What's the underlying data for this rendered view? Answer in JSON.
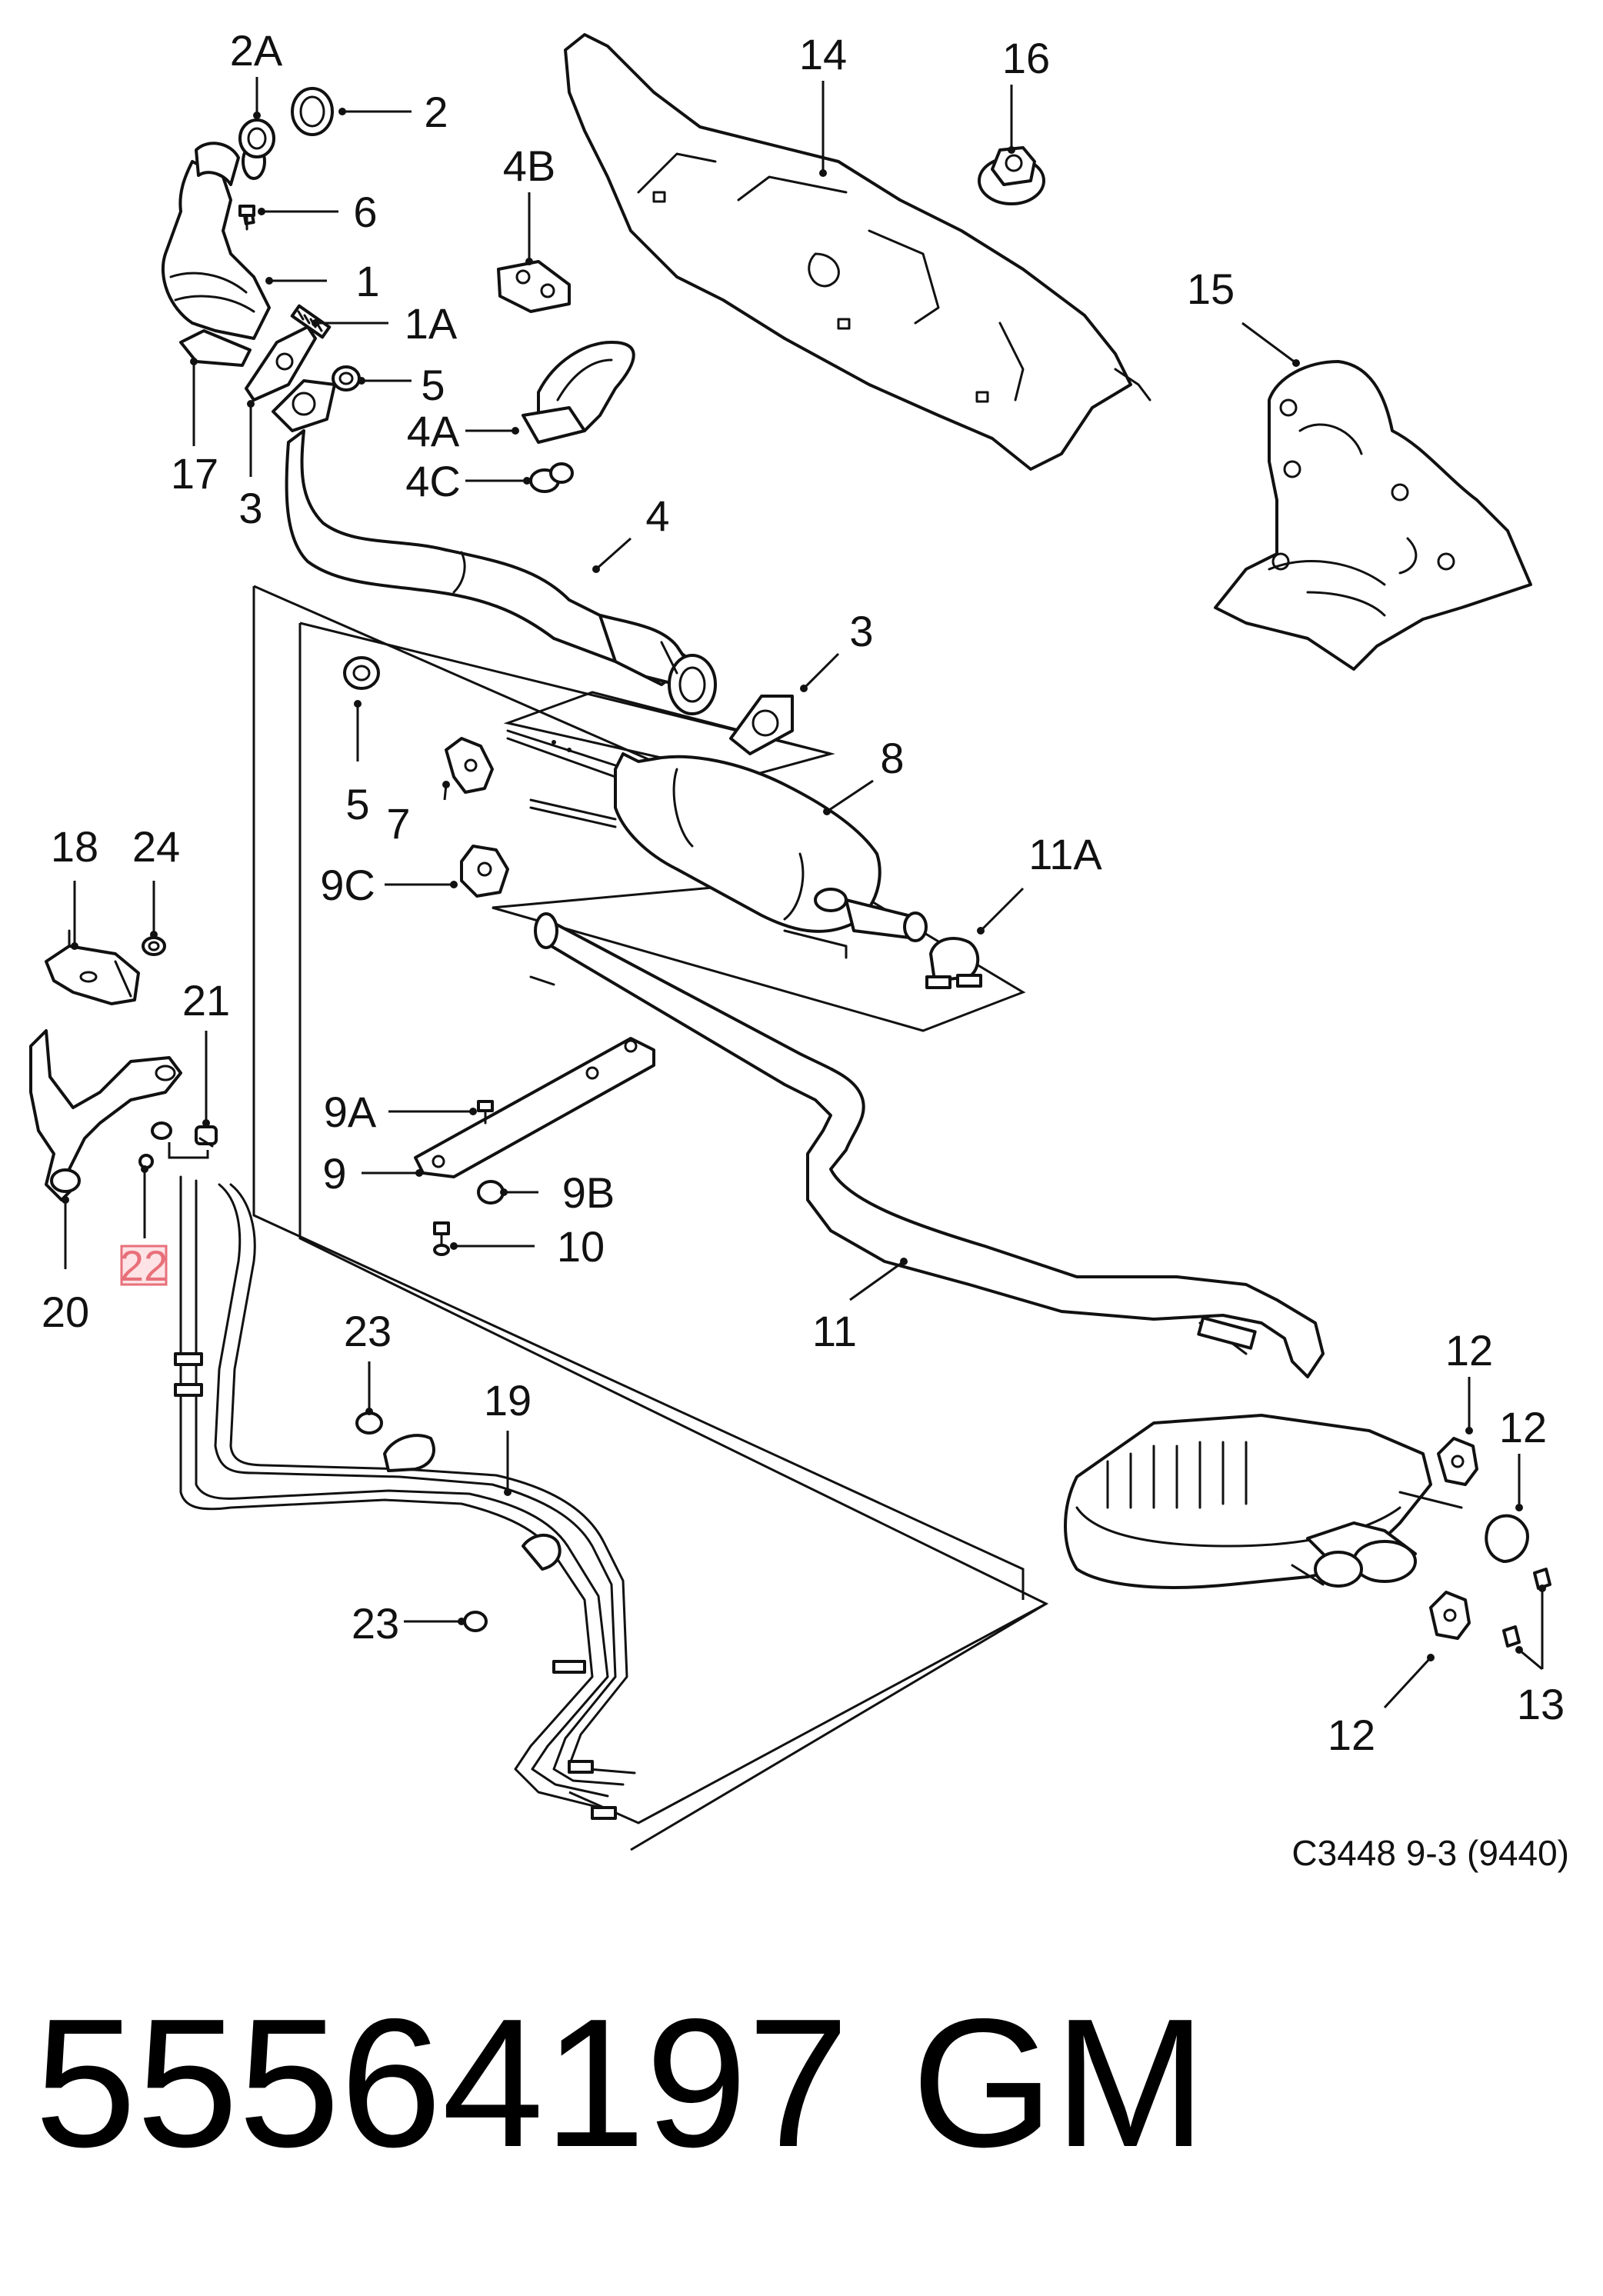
{
  "diagram": {
    "caption": "C3448 9-3 (9440)",
    "callouts": {
      "c_2A": "2A",
      "c_2": "2",
      "c_6": "6",
      "c_1": "1",
      "c_1A": "1A",
      "c_5a": "5",
      "c_17": "17",
      "c_3a": "3",
      "c_4B": "4B",
      "c_4A": "4A",
      "c_4C": "4C",
      "c_4": "4",
      "c_14": "14",
      "c_16": "16",
      "c_15": "15",
      "c_3b": "3",
      "c_8": "8",
      "c_5b": "5",
      "c_7": "7",
      "c_9C": "9C",
      "c_11A": "11A",
      "c_18": "18",
      "c_24": "24",
      "c_21": "21",
      "c_22": "22",
      "c_20": "20",
      "c_9A": "9A",
      "c_9": "9",
      "c_9B": "9B",
      "c_10": "10",
      "c_11": "11",
      "c_23a": "23",
      "c_19": "19",
      "c_23b": "23",
      "c_12a": "12",
      "c_12b": "12",
      "c_12c": "12",
      "c_13": "13"
    },
    "highlighted_callout": "22"
  },
  "footer": {
    "part_number": "55564197",
    "brand": "GM"
  }
}
